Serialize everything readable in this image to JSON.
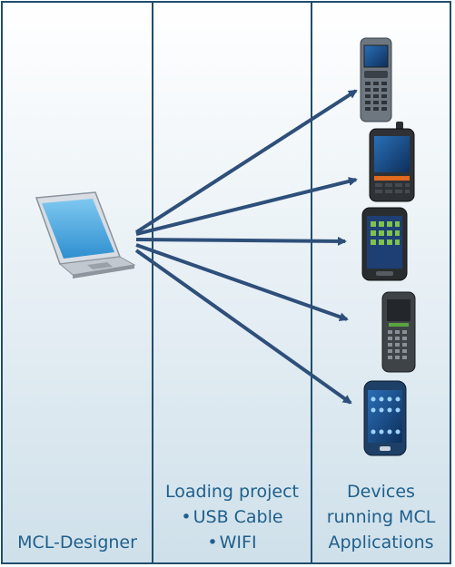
{
  "columns": [
    {
      "label": "MCL-Designer"
    },
    {
      "label": "Loading project",
      "bullets": [
        "USB Cable",
        "WIFI"
      ]
    },
    {
      "label_lines": [
        "Devices",
        "running MCL",
        "Applications"
      ]
    }
  ],
  "colors": {
    "border": "#1f4e6e",
    "text": "#1f5f8b",
    "arrow": "#2e4f7a",
    "panel_gradient_bottom": "#cfe0ea"
  },
  "icons": [
    "laptop-icon",
    "rugged-handheld-icon",
    "handheld-keypad-icon",
    "smartphone-rugged-icon",
    "handheld-scanner-icon",
    "smartphone-icon"
  ]
}
